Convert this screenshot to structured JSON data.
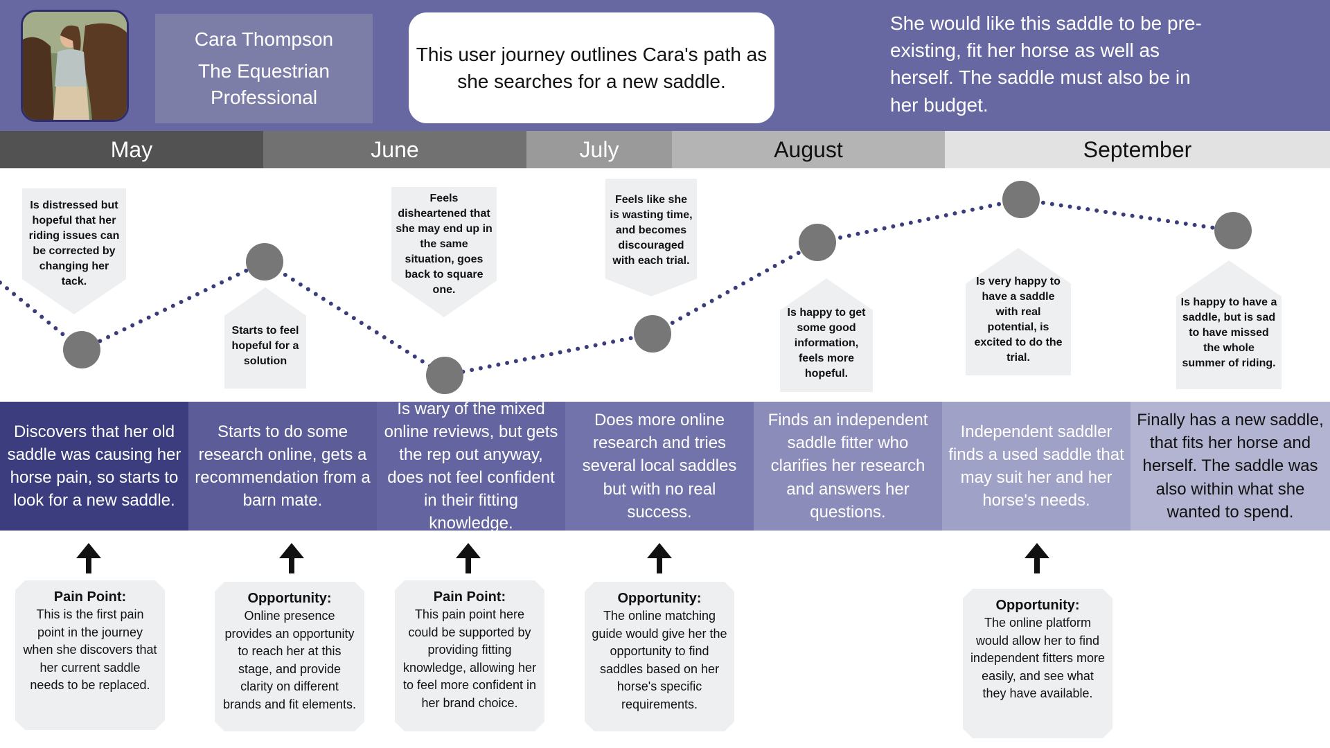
{
  "persona": {
    "name": "Cara Thompson",
    "role": "The Equestrian Professional"
  },
  "intro": "This user journey outlines Cara's path as she searches for a new saddle.",
  "goal": "She would like this saddle to be pre-existing, fit her horse as well as herself.  The saddle must also be in her budget.",
  "months": [
    "May",
    "June",
    "July",
    "August",
    "September"
  ],
  "emotions": [
    "Is distressed but hopeful that her riding issues can be corrected by changing her tack.",
    "Starts to feel hopeful for a solution",
    "Feels disheartened that she may end up in the same situation, goes back to square one.",
    "Feels like she is wasting time, and becomes discouraged with each trial.",
    "Is happy to get some good information, feels more hopeful.",
    "Is very happy to have a saddle with real potential, is excited to do the trial.",
    "Is happy to have a saddle, but is sad to have missed the whole summer of riding."
  ],
  "stages": [
    "Discovers that her old saddle was causing her horse pain, so starts to look for a new saddle.",
    "Starts to do some research online, gets a recommendation from a barn mate.",
    "Is wary of the mixed online  reviews, but gets the rep out anyway, does not feel confident in their fitting knowledge.",
    "Does more online research and tries several local saddles but with no real success.",
    "Finds an independent saddle fitter who clarifies her research and answers her questions.",
    "Independent saddler finds a used saddle that may suit her and her horse's needs.",
    "Finally has a new saddle, that fits her horse and herself.  The saddle was also within what she wanted to spend."
  ],
  "insights": [
    {
      "title": "Pain Point:",
      "body": "This is the first pain point in the journey when she discovers that her current saddle needs to be replaced."
    },
    {
      "title": "Opportunity:",
      "body": "Online presence provides an opportunity to reach her at this stage, and provide clarity on different brands and fit elements."
    },
    {
      "title": "Pain Point:",
      "body": "This pain point here could be supported by providing fitting knowledge, allowing her to feel more confident in her brand choice."
    },
    {
      "title": "Opportunity:",
      "body": "The online matching guide would give her the opportunity to find saddles based on her horse's specific requirements."
    },
    {
      "title": "Opportunity:",
      "body": "The online platform would allow her to find independent fitters more easily, and see what they have available."
    }
  ],
  "colors": {
    "header": "#6768a2",
    "line": "#3b3d7a",
    "node": "#777777",
    "months": [
      "#525252",
      "#717171",
      "#9a9a9a",
      "#b4b4b4",
      "#e2e2e2"
    ],
    "stages": [
      "#3b3d7f",
      "#5b5c98",
      "#6364a0",
      "#7273aa",
      "#8b8cb9",
      "#a0a1c6",
      "#b3b4d2"
    ]
  }
}
